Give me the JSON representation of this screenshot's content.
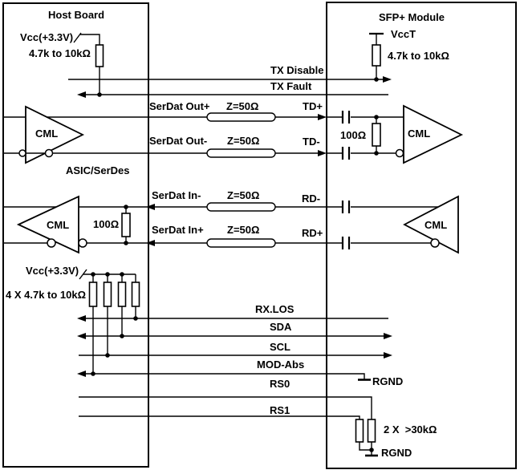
{
  "host": {
    "title": "Host Board",
    "vcc_label": "Vcc(+3.3V)",
    "pullup_value": "4.7k to 10kΩ",
    "quad_vcc_label": "Vcc(+3.3V)",
    "quad_pullup_value": "4 X 4.7k to 10kΩ",
    "asic_label": "ASIC/SerDes",
    "cml_driver_label": "CML",
    "cml_receiver_label": "CML",
    "termination_value": "100Ω"
  },
  "module": {
    "title": "SFP+ Module",
    "vcct_label": "VccT",
    "pullup_value": "4.7k to 10kΩ",
    "cml_driver_label": "CML",
    "cml_receiver_label": "CML",
    "termination_value": "100Ω",
    "rs_pulldown_value": "2 X  >30kΩ",
    "rgnd_label_1": "RGND",
    "rgnd_label_2": "RGND"
  },
  "signals": {
    "tx_disable": "TX Disable",
    "tx_fault": "TX Fault",
    "serdat_out_plus": "SerDat Out+",
    "serdat_out_minus": "SerDat Out-",
    "serdat_in_minus": "SerDat In-",
    "serdat_in_plus": "SerDat In+",
    "td_plus": "TD+",
    "td_minus": "TD-",
    "rd_minus": "RD-",
    "rd_plus": "RD+",
    "rx_los": "RX.LOS",
    "sda": "SDA",
    "scl": "SCL",
    "mod_abs": "MOD-Abs",
    "rs0": "RS0",
    "rs1": "RS1",
    "impedance": "Z=50Ω"
  },
  "colors": {
    "line": "#000000",
    "background": "#ffffff"
  }
}
